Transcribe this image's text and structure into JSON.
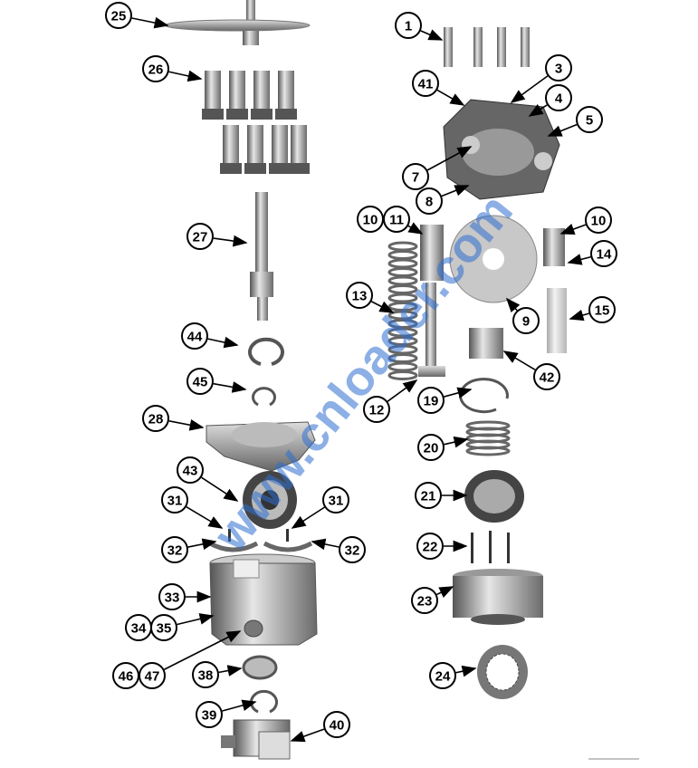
{
  "diagram": {
    "type": "exploded-parts-view",
    "callouts": [
      "25",
      "26",
      "27",
      "44",
      "45",
      "28",
      "43",
      "31",
      "31",
      "32",
      "32",
      "33",
      "34",
      "35",
      "46",
      "47",
      "38",
      "39",
      "40",
      "1",
      "41",
      "3",
      "4",
      "5",
      "7",
      "8",
      "10",
      "11",
      "10",
      "14",
      "13",
      "9",
      "15",
      "42",
      "12",
      "19",
      "20",
      "21",
      "22",
      "23",
      "24"
    ],
    "watermark": "www.cnloader.com"
  },
  "colors": {
    "part": "#9a9a9a",
    "watermark": "#2f6fd0"
  }
}
